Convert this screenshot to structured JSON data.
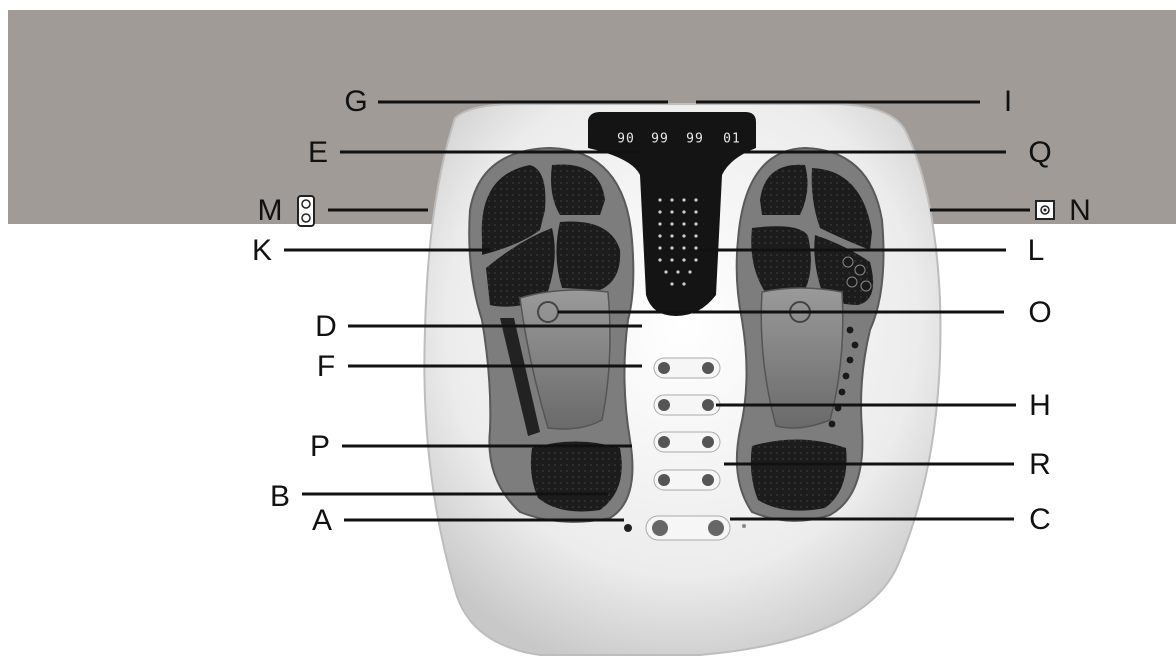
{
  "labels": {
    "A": "A",
    "B": "B",
    "C": "C",
    "D": "D",
    "E": "E",
    "F": "F",
    "G": "G",
    "H": "H",
    "I": "I",
    "K": "K",
    "L": "L",
    "M": "M",
    "N": "N",
    "O": "O",
    "P": "P",
    "Q": "Q",
    "R": "R"
  },
  "display": {
    "readout_1": "90",
    "readout_2": "99",
    "readout_3": "99",
    "readout_4": "01"
  },
  "colors": {
    "backdrop": "#a09b97",
    "body": "#eeeeee",
    "footplate": "#7a7a7a",
    "pad": "#1f1f1f",
    "display_panel": "#111111"
  }
}
